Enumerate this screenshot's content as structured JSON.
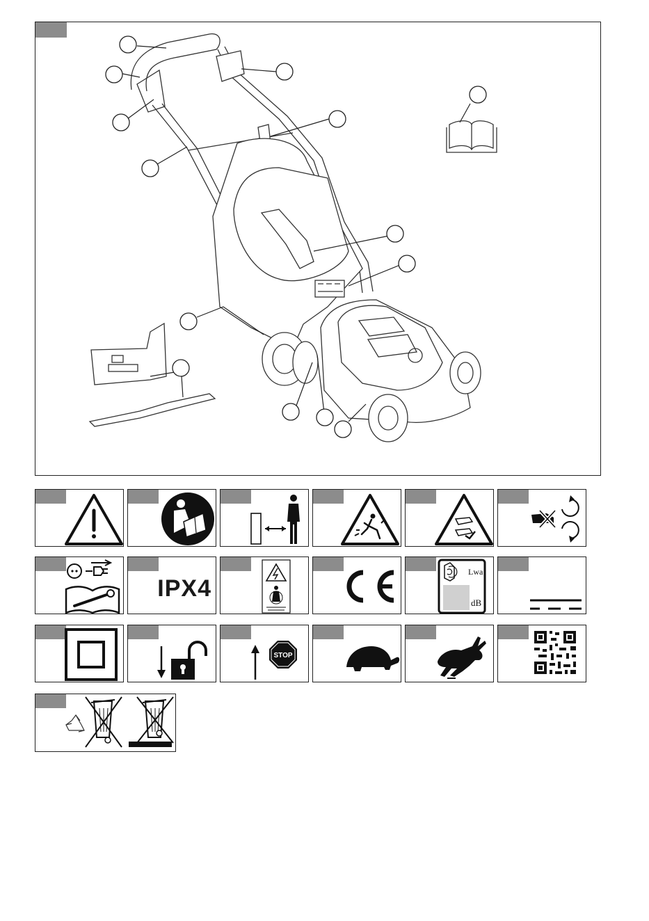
{
  "main_figure": {
    "tag_color": "#8c8c8c",
    "callout_count": 14
  },
  "symbols": [
    {
      "id": "warning",
      "icon": "warning-triangle-icon"
    },
    {
      "id": "read-manual",
      "icon": "read-manual-icon"
    },
    {
      "id": "keep-distance",
      "icon": "keep-bystanders-away-icon"
    },
    {
      "id": "thrown-objects",
      "icon": "thrown-objects-warning-icon"
    },
    {
      "id": "blade-hazard",
      "icon": "blade-hazard-warning-icon"
    },
    {
      "id": "rotating-blade",
      "icon": "rotating-blade-hands-icon"
    },
    {
      "id": "disconnect-maintenance",
      "icon": "disconnect-before-maintenance-icon"
    },
    {
      "id": "ipx4",
      "icon": "ipx4-rating-icon",
      "text": "IPX4"
    },
    {
      "id": "battery-label",
      "icon": "electrical-hazard-label-icon"
    },
    {
      "id": "ce",
      "icon": "ce-mark-icon"
    },
    {
      "id": "sound-power",
      "icon": "sound-power-level-icon",
      "lwa": "Lwa",
      "unit": "dB"
    },
    {
      "id": "dc-voltage",
      "icon": "dc-voltage-icon"
    },
    {
      "id": "class-ii",
      "icon": "double-insulation-icon"
    },
    {
      "id": "unlock",
      "icon": "push-down-unlock-icon"
    },
    {
      "id": "stop",
      "icon": "stop-icon",
      "text": "STOP"
    },
    {
      "id": "slow",
      "icon": "turtle-slow-icon"
    },
    {
      "id": "fast",
      "icon": "rabbit-fast-icon"
    },
    {
      "id": "qr",
      "icon": "qr-code-icon"
    },
    {
      "id": "recycling",
      "icon": "weee-recycling-icon"
    }
  ]
}
